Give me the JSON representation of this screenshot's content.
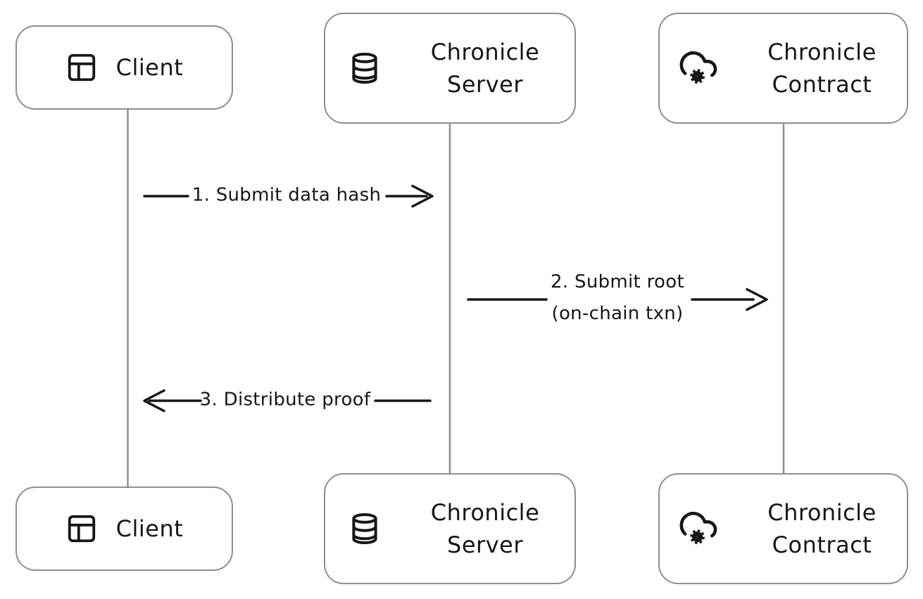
{
  "style": {
    "bg": "#ffffff",
    "box-border": "#8e8e8e",
    "lifeline": "#8e8e8e",
    "ink": "#161616"
  },
  "participants": [
    {
      "label": "Client",
      "icon": "panels-top-left-icon"
    },
    {
      "label": "Chronicle Server",
      "icon": "database-icon"
    },
    {
      "label": "Chronicle Contract",
      "icon": "cloud-cog-icon"
    }
  ],
  "messages": [
    {
      "from": "Client",
      "to": "Chronicle Server",
      "direction": "right",
      "lines": [
        "1. Submit data hash"
      ]
    },
    {
      "from": "Chronicle Server",
      "to": "Chronicle Contract",
      "direction": "right",
      "lines": [
        "2. Submit root",
        "(on-chain txn)"
      ]
    },
    {
      "from": "Chronicle Server",
      "to": "Client",
      "direction": "left",
      "lines": [
        "3. Distribute proof"
      ]
    }
  ]
}
